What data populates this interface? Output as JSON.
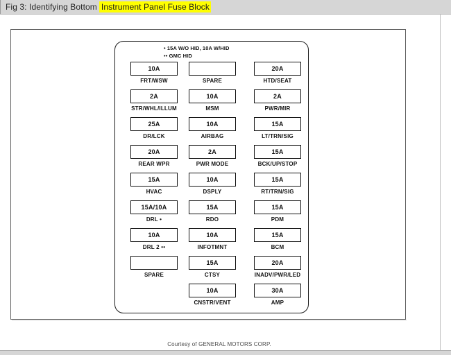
{
  "header": {
    "prefix_text": "Fig 3: Identifying Bottom",
    "highlighted_text": "Instrument Panel Fuse Block",
    "highlight_color": "#ffff00",
    "bar_color": "#d6d6d6"
  },
  "diagram": {
    "legend": [
      "• 15A W/O HID, 10A W/HID",
      "•• GMC HID"
    ],
    "credit": "Courtesy of GENERAL MOTORS CORP.",
    "columns": [
      {
        "name": "column-1",
        "fuses": [
          {
            "amp": "10A",
            "label": "FRT/WSW"
          },
          {
            "amp": "2A",
            "label": "STR/WHL/ILLUM"
          },
          {
            "amp": "25A",
            "label": "DR/LCK"
          },
          {
            "amp": "20A",
            "label": "REAR WPR"
          },
          {
            "amp": "15A",
            "label": "HVAC"
          },
          {
            "amp": "15A/10A",
            "label": "DRL •"
          },
          {
            "amp": "10A",
            "label": "DRL 2 ••"
          },
          {
            "amp": "",
            "label": "SPARE"
          }
        ]
      },
      {
        "name": "column-2",
        "fuses": [
          {
            "amp": "",
            "label": "SPARE"
          },
          {
            "amp": "10A",
            "label": "MSM"
          },
          {
            "amp": "10A",
            "label": "AIRBAG"
          },
          {
            "amp": "2A",
            "label": "PWR MODE"
          },
          {
            "amp": "10A",
            "label": "DSPLY"
          },
          {
            "amp": "15A",
            "label": "RDO"
          },
          {
            "amp": "10A",
            "label": "INFOTMNT"
          },
          {
            "amp": "15A",
            "label": "CTSY"
          },
          {
            "amp": "10A",
            "label": "CNSTR/VENT"
          }
        ]
      },
      {
        "name": "column-3",
        "fuses": [
          {
            "amp": "20A",
            "label": "HTD/SEAT"
          },
          {
            "amp": "2A",
            "label": "PWR/MIR"
          },
          {
            "amp": "15A",
            "label": "LT/TRN/SIG"
          },
          {
            "amp": "15A",
            "label": "BCK/UP/STOP"
          },
          {
            "amp": "15A",
            "label": "RT/TRN/SIG"
          },
          {
            "amp": "15A",
            "label": "PDM"
          },
          {
            "amp": "15A",
            "label": "BCM"
          },
          {
            "amp": "20A",
            "label": "INADV/PWR/LED"
          },
          {
            "amp": "30A",
            "label": "AMP"
          }
        ]
      }
    ]
  }
}
